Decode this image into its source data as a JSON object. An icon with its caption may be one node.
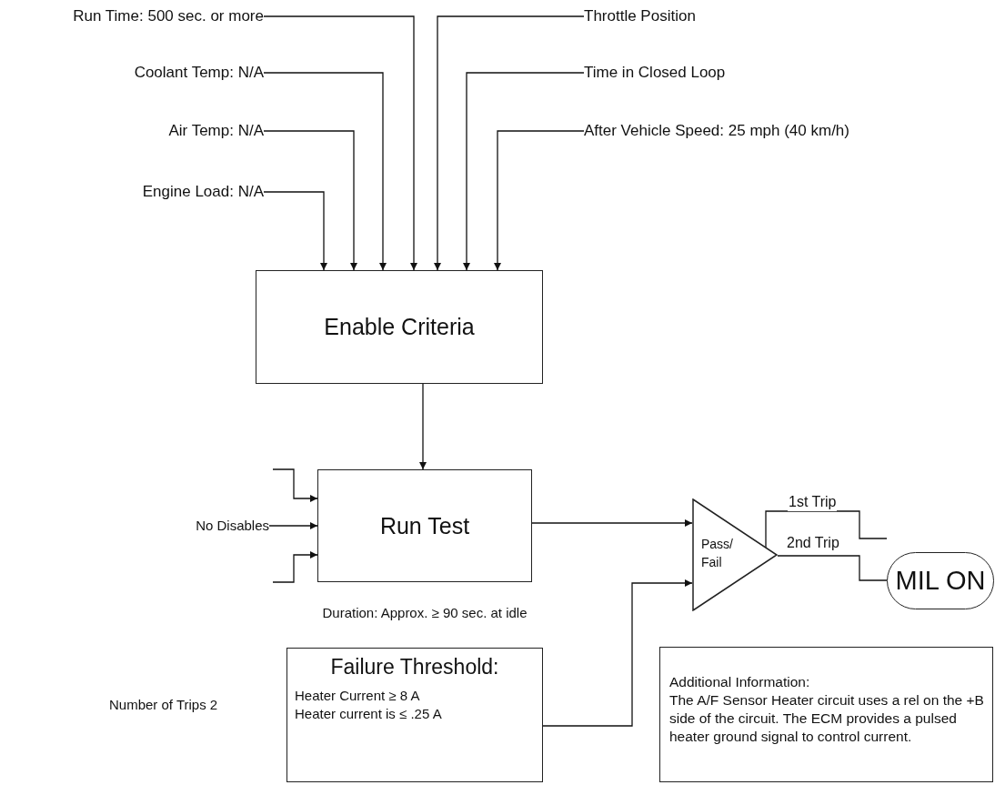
{
  "diagram": {
    "nodes": [
      {
        "text": [
          "Run Time: 500 sec. or more"
        ]
      },
      {
        "text": [
          "Coolant Temp: N/A"
        ]
      },
      {
        "text": [
          "Air Temp: N/A"
        ]
      },
      {
        "text": [
          "Engine Load: N/A"
        ]
      },
      {
        "text": [
          "Throttle Position"
        ]
      },
      {
        "text": [
          "Time in Closed Loop"
        ]
      },
      {
        "text": [
          "After Vehicle Speed: 25 mph (40 km/h)"
        ]
      },
      {
        "text": [
          "Enable Criteria"
        ]
      },
      {
        "text": [
          "Run Test"
        ],
        "beside": [
          "Duration: Approx. ≥ 90 sec. at idle"
        ]
      },
      {
        "text": [
          "No Disables"
        ]
      },
      {
        "text": [
          "Pass/ Fail"
        ]
      },
      {
        "text": [
          "MIL ON"
        ]
      },
      {
        "text": [
          "Failure Threshold:",
          "Heater Current ≥ 8 A",
          "Heater current is ≤ .25 A"
        ]
      },
      {
        "text": [
          "Additional Information:",
          "The A/F Sensor Heater circuit uses a rel on the +B side of the circuit. The ECM provides a pulsed heater ground signal to control current."
        ]
      }
    ],
    "edges": [
      {
        "from": 0,
        "to": 7,
        "arrow": "to"
      },
      {
        "from": 1,
        "to": 7,
        "arrow": "to"
      },
      {
        "from": 2,
        "to": 7,
        "arrow": "to"
      },
      {
        "from": 3,
        "to": 7,
        "arrow": "to"
      },
      {
        "from": 4,
        "to": 7,
        "arrow": "to"
      },
      {
        "from": 5,
        "to": 7,
        "arrow": "to"
      },
      {
        "from": 6,
        "to": 7,
        "arrow": "to"
      },
      {
        "from": 7,
        "to": 8,
        "arrow": "to"
      },
      {
        "from": null,
        "to": 8,
        "arrow": "to"
      },
      {
        "from": 9,
        "to": 8,
        "arrow": "to"
      },
      {
        "from": null,
        "to": 8,
        "arrow": "to"
      },
      {
        "from": 8,
        "to": 10,
        "arrow": "to"
      },
      {
        "from": 12,
        "to": 10,
        "arrow": "to"
      },
      {
        "from": 10,
        "to": 11,
        "label": "2nd Trip",
        "arrow": "none"
      },
      {
        "from": 10,
        "to": null,
        "label": "1st Trip",
        "arrow": "none"
      }
    ],
    "labels": [
      "Number of Trips 2"
    ]
  }
}
